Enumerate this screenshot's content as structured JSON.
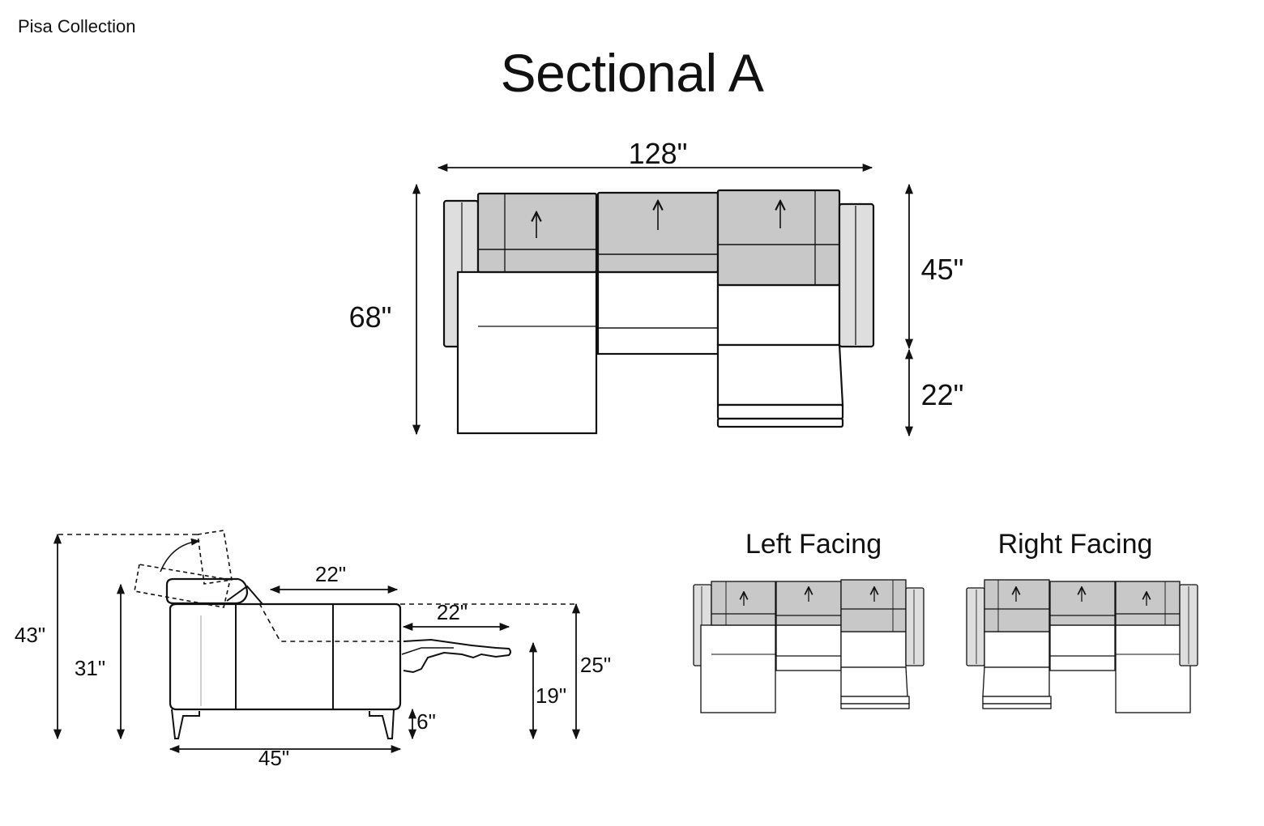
{
  "collection": "Pisa Collection",
  "title": "Sectional A",
  "top_view": {
    "dims": {
      "width": "128\"",
      "depth": "68\"",
      "back_depth": "45\"",
      "ext_depth": "22\""
    }
  },
  "side_view": {
    "dims": {
      "overall_height": "43\"",
      "back_height": "31\"",
      "seat_depth": "22\"",
      "ext_length": "22\"",
      "height_25": "25\"",
      "height_19": "19\"",
      "leg_height": "6\"",
      "depth": "45\""
    }
  },
  "variants": {
    "left_label": "Left Facing",
    "right_label": "Right Facing"
  },
  "colors": {
    "line": "#111111",
    "cushion": "#c9c8c8",
    "arm": "#dedede"
  }
}
